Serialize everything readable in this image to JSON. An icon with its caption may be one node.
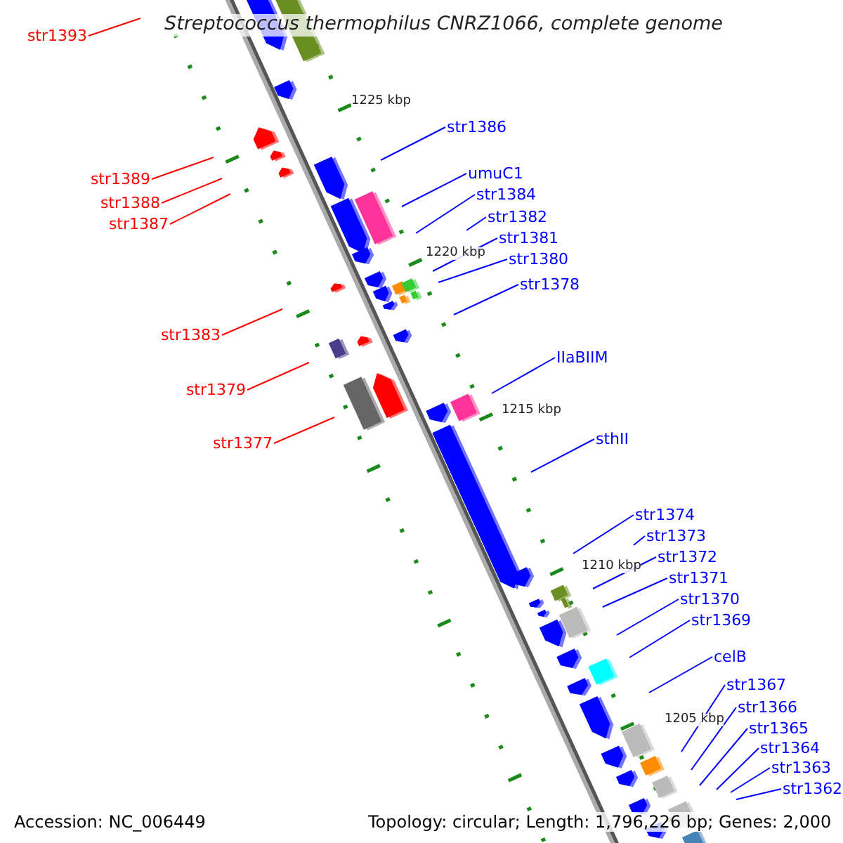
{
  "diagram": {
    "title": "Streptococcus thermophilus CNRZ1066, complete genome",
    "nodes": [
      {
        "text": [
          "str1393"
        ]
      },
      {
        "text": [
          "str1386"
        ]
      },
      {
        "text": [
          "umuC1"
        ]
      },
      {
        "text": [
          "str1389"
        ]
      },
      {
        "text": [
          "str1384"
        ]
      },
      {
        "text": [
          "str1388"
        ]
      },
      {
        "text": [
          "str1382"
        ]
      },
      {
        "text": [
          "str1387"
        ]
      },
      {
        "text": [
          "str1381"
        ]
      },
      {
        "text": [
          "str1380"
        ]
      },
      {
        "text": [
          "str1378"
        ]
      },
      {
        "text": [
          "str1383"
        ]
      },
      {
        "text": [
          "IIaBIIM"
        ]
      },
      {
        "text": [
          "str1379"
        ]
      },
      {
        "text": [
          "sthII"
        ]
      },
      {
        "text": [
          "str1377"
        ]
      },
      {
        "text": [
          "str1374"
        ]
      },
      {
        "text": [
          "str1373"
        ]
      },
      {
        "text": [
          "str1372"
        ]
      },
      {
        "text": [
          "str1371"
        ]
      },
      {
        "text": [
          "str1370"
        ]
      },
      {
        "text": [
          "str1369"
        ]
      },
      {
        "text": [
          "celB"
        ]
      },
      {
        "text": [
          "str1367"
        ]
      },
      {
        "text": [
          "str1366"
        ]
      },
      {
        "text": [
          "str1365"
        ]
      },
      {
        "text": [
          "str1364"
        ]
      },
      {
        "text": [
          "str1363"
        ]
      },
      {
        "text": [
          "str1362"
        ]
      }
    ],
    "edges": [
      {
        "from": 0,
        "to": null,
        "arrow": "none",
        "color": "#ff0000"
      },
      {
        "from": 1,
        "to": null,
        "arrow": "none"
      },
      {
        "from": 2,
        "to": null,
        "arrow": "none"
      },
      {
        "from": 3,
        "to": null,
        "arrow": "none",
        "color": "#ff0000"
      },
      {
        "from": 4,
        "to": null,
        "arrow": "none"
      },
      {
        "from": 5,
        "to": null,
        "arrow": "none",
        "color": "#ff0000"
      },
      {
        "from": 6,
        "to": null,
        "arrow": "none"
      },
      {
        "from": 7,
        "to": null,
        "arrow": "none",
        "color": "#ff0000"
      },
      {
        "from": 8,
        "to": null,
        "arrow": "none"
      },
      {
        "from": 9,
        "to": null,
        "arrow": "none"
      },
      {
        "from": 10,
        "to": null,
        "arrow": "none"
      },
      {
        "from": 11,
        "to": null,
        "arrow": "none",
        "color": "#ff0000"
      },
      {
        "from": 12,
        "to": null,
        "arrow": "none"
      },
      {
        "from": 13,
        "to": null,
        "arrow": "none",
        "color": "#ff0000"
      },
      {
        "from": 14,
        "to": null,
        "arrow": "none"
      },
      {
        "from": 15,
        "to": null,
        "arrow": "none",
        "color": "#ff0000"
      },
      {
        "from": 16,
        "to": null,
        "arrow": "none"
      },
      {
        "from": 17,
        "to": null,
        "arrow": "none"
      },
      {
        "from": 18,
        "to": null,
        "arrow": "none"
      },
      {
        "from": 19,
        "to": null,
        "arrow": "none"
      },
      {
        "from": 20,
        "to": null,
        "arrow": "none"
      },
      {
        "from": 21,
        "to": null,
        "arrow": "none"
      },
      {
        "from": 22,
        "to": null,
        "arrow": "none"
      },
      {
        "from": 23,
        "to": null,
        "arrow": "none"
      },
      {
        "from": 24,
        "to": null,
        "arrow": "none"
      },
      {
        "from": 25,
        "to": null,
        "arrow": "none"
      },
      {
        "from": 26,
        "to": null,
        "arrow": "none"
      },
      {
        "from": 27,
        "to": null,
        "arrow": "none"
      },
      {
        "from": 28,
        "to": null,
        "arrow": "none"
      }
    ],
    "labels": [
      "1225 kbp",
      "1220 kbp",
      "1215 kbp",
      "1210 kbp",
      "1205 kbp",
      "Accession: NC_006449",
      "Topology: circular; Length: 1,796,226 bp; Genes: 2,000"
    ]
  }
}
